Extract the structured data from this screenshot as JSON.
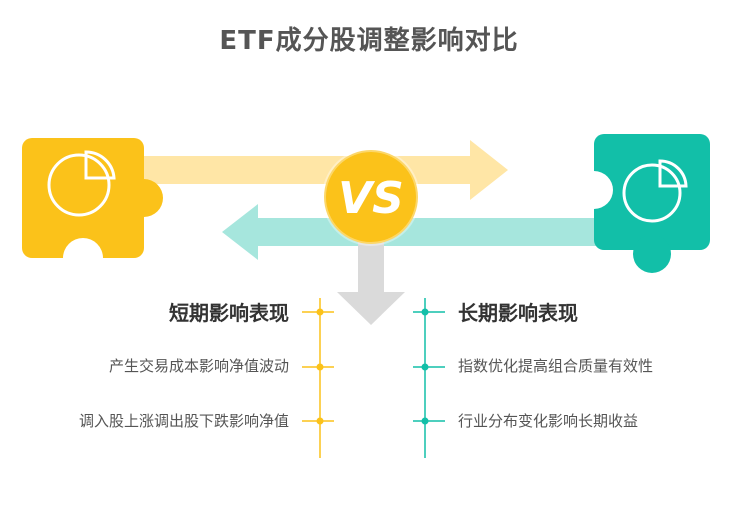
{
  "title": "ETF成分股调整影响对比",
  "vs_label": "VS",
  "short_term": {
    "heading": "短期影响表现",
    "items": [
      "产生交易成本影响净值波动",
      "调入股上涨调出股下跌影响净值"
    ]
  },
  "long_term": {
    "heading": "长期影响表现",
    "items": [
      "指数优化提高组合质量有效性",
      "行业分布变化影响长期收益"
    ]
  },
  "colors": {
    "left": "#FBC21A",
    "left_arrow": "#FFE6A6",
    "right": "#12BFA8",
    "right_arrow": "#A6E6DD",
    "down_arrow": "#DADADA",
    "title": "#555555"
  }
}
